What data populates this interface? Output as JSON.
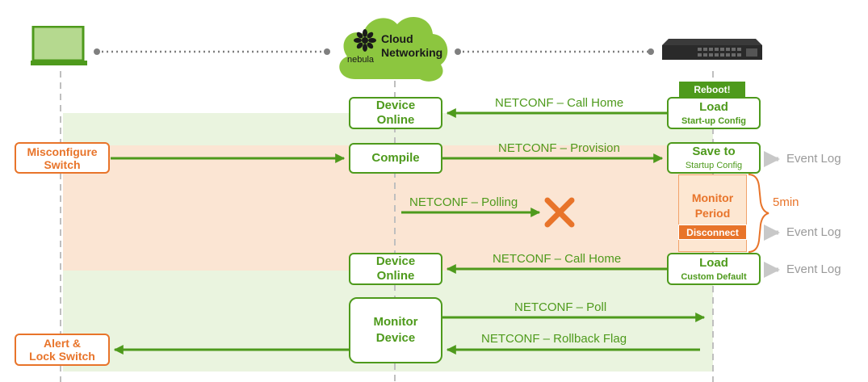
{
  "colors": {
    "green": "#4e9a1c",
    "orange": "#e8742a",
    "light_green": "#eaf4df",
    "light_orange": "#fbe5d3",
    "gray": "#9a9a9a"
  },
  "icons": {
    "laptop": "laptop-icon",
    "cloud": "cloud-icon",
    "nebula_logo": "nebula-logo-icon",
    "switch": "switch-icon",
    "fail": "cross-icon"
  },
  "header": {
    "cloud_title": "Cloud\nNetworking",
    "cloud_brand": "nebula"
  },
  "cloud": {
    "device_online_1": "Device\nOnline",
    "compile": "Compile",
    "device_online_2": "Device\nOnline",
    "monitor_device": "Monitor\nDevice"
  },
  "user": {
    "misconfigure": "Misconfigure\nSwitch",
    "alert_lock": "Alert &\nLock Switch"
  },
  "switch": {
    "reboot_tag": "Reboot!",
    "load_1": {
      "main": "Load",
      "sub": "Start-up Config"
    },
    "save_to": {
      "main": "Save to",
      "sub": "Startup Config"
    },
    "monitor_period": "Monitor\nPeriod",
    "disconnect": "Disconnect",
    "load_2": {
      "main": "Load",
      "sub": "Custom Default"
    }
  },
  "messages": {
    "call_home_1": "NETCONF – Call Home",
    "provision": "NETCONF – Provision",
    "polling": "NETCONF – Polling",
    "call_home_2": "NETCONF – Call Home",
    "poll": "NETCONF – Poll",
    "rollback": "NETCONF – Rollback Flag"
  },
  "timer": "5min",
  "event_log": [
    "Event Log",
    "Event Log",
    "Event Log"
  ]
}
